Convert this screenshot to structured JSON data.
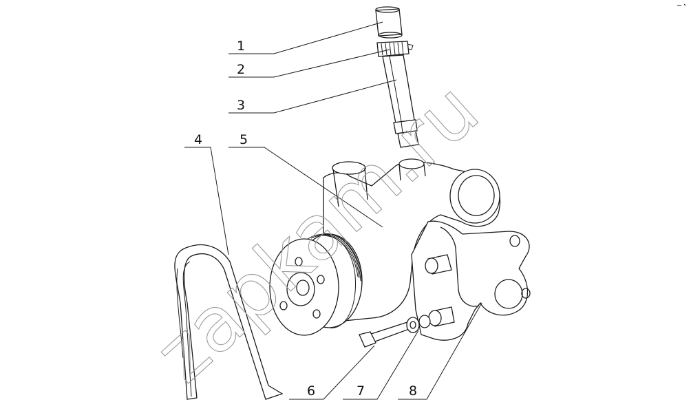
{
  "watermark": "zapkam.ru",
  "callouts": [
    {
      "number": "1"
    },
    {
      "number": "2"
    },
    {
      "number": "3"
    },
    {
      "number": "4"
    },
    {
      "number": "5"
    },
    {
      "number": "6"
    },
    {
      "number": "7"
    },
    {
      "number": "8"
    }
  ]
}
